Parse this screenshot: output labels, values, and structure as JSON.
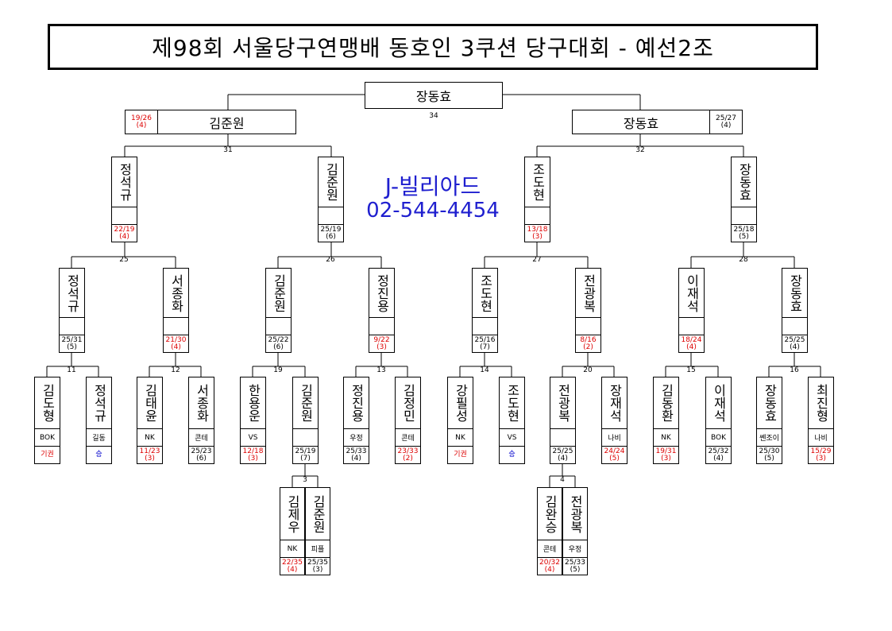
{
  "title": "제98회 서울당구연맹배 동호인 3쿠션 당구대회 - 예선2조",
  "brand": {
    "name": "J-빌리아드",
    "phone": "02-544-4454"
  },
  "final": {
    "winner": "장동효",
    "match_no": "34"
  },
  "semis": {
    "left": {
      "name": "김준원",
      "score": "19/26",
      "inning": "(4)",
      "match_no": "31"
    },
    "right": {
      "name": "장동효",
      "score": "25/27",
      "inning": "(4)",
      "match_no": "32"
    }
  },
  "matches": {
    "25": "25",
    "26": "26",
    "27": "27",
    "28": "28",
    "11": "11",
    "12": "12",
    "19": "19",
    "13": "13",
    "14": "14",
    "20": "20",
    "15": "15",
    "16": "16",
    "3": "3",
    "4": "4"
  },
  "round3": [
    {
      "name": "정석규",
      "score": "22/19",
      "inning": "(4)",
      "color": "#d00"
    },
    {
      "name": "김준원",
      "score": "25/19",
      "inning": "(6)",
      "color": "#000"
    },
    {
      "name": "조도현",
      "score": "13/18",
      "inning": "(3)",
      "color": "#d00"
    },
    {
      "name": "장동효",
      "score": "25/18",
      "inning": "(5)",
      "color": "#000"
    }
  ],
  "round2": [
    {
      "name": "정석규",
      "score": "25/31",
      "inning": "(5)",
      "color": "#000"
    },
    {
      "name": "서종화",
      "score": "21/30",
      "inning": "(4)",
      "color": "#d00"
    },
    {
      "name": "김준원",
      "score": "25/22",
      "inning": "(6)",
      "color": "#000"
    },
    {
      "name": "정진용",
      "score": "9/22",
      "inning": "(3)",
      "color": "#d00"
    },
    {
      "name": "조도현",
      "score": "25/16",
      "inning": "(7)",
      "color": "#000"
    },
    {
      "name": "전광복",
      "score": "8/16",
      "inning": "(2)",
      "color": "#d00"
    },
    {
      "name": "이재석",
      "score": "18/24",
      "inning": "(4)",
      "color": "#d00"
    },
    {
      "name": "장동효",
      "score": "25/25",
      "inning": "(4)",
      "color": "#000"
    }
  ],
  "round1": [
    {
      "name": "김도형",
      "club": "BOK",
      "score": "기권",
      "inning": "",
      "color": "#d00"
    },
    {
      "name": "정석규",
      "club": "길동",
      "score": "승",
      "inning": "",
      "color": "#00c"
    },
    {
      "name": "김태윤",
      "club": "NK",
      "score": "11/23",
      "inning": "(3)",
      "color": "#d00"
    },
    {
      "name": "서종화",
      "club": "콘테",
      "score": "25/23",
      "inning": "(6)",
      "color": "#000"
    },
    {
      "name": "한용운",
      "club": "VS",
      "score": "12/18",
      "inning": "(3)",
      "color": "#d00"
    },
    {
      "name": "김준원",
      "club": "",
      "score": "25/19",
      "inning": "(7)",
      "color": "#000"
    },
    {
      "name": "정진용",
      "club": "우정",
      "score": "25/33",
      "inning": "(4)",
      "color": "#000"
    },
    {
      "name": "김정민",
      "club": "콘테",
      "score": "23/33",
      "inning": "(2)",
      "color": "#d00"
    },
    {
      "name": "강필성",
      "club": "NK",
      "score": "기권",
      "inning": "",
      "color": "#d00"
    },
    {
      "name": "조도현",
      "club": "VS",
      "score": "승",
      "inning": "",
      "color": "#00c"
    },
    {
      "name": "전광복",
      "club": "",
      "score": "25/25",
      "inning": "(4)",
      "color": "#000"
    },
    {
      "name": "장재석",
      "club": "나비",
      "score": "24/24",
      "inning": "(5)",
      "color": "#d00"
    },
    {
      "name": "김동환",
      "club": "NK",
      "score": "19/31",
      "inning": "(3)",
      "color": "#d00"
    },
    {
      "name": "이재석",
      "club": "BOK",
      "score": "25/32",
      "inning": "(4)",
      "color": "#000"
    },
    {
      "name": "장동효",
      "club": "쎈조이",
      "score": "25/30",
      "inning": "(5)",
      "color": "#000"
    },
    {
      "name": "최진형",
      "club": "나비",
      "score": "15/29",
      "inning": "(3)",
      "color": "#d00"
    }
  ],
  "prelim": [
    {
      "name": "김제우",
      "club": "NK",
      "score": "22/35",
      "inning": "(4)",
      "color": "#d00"
    },
    {
      "name": "김준원",
      "club": "피플",
      "score": "25/35",
      "inning": "(3)",
      "color": "#000"
    },
    {
      "name": "김완승",
      "club": "콘테",
      "score": "20/32",
      "inning": "(4)",
      "color": "#d00"
    },
    {
      "name": "전광복",
      "club": "우정",
      "score": "25/33",
      "inning": "(5)",
      "color": "#000"
    }
  ]
}
